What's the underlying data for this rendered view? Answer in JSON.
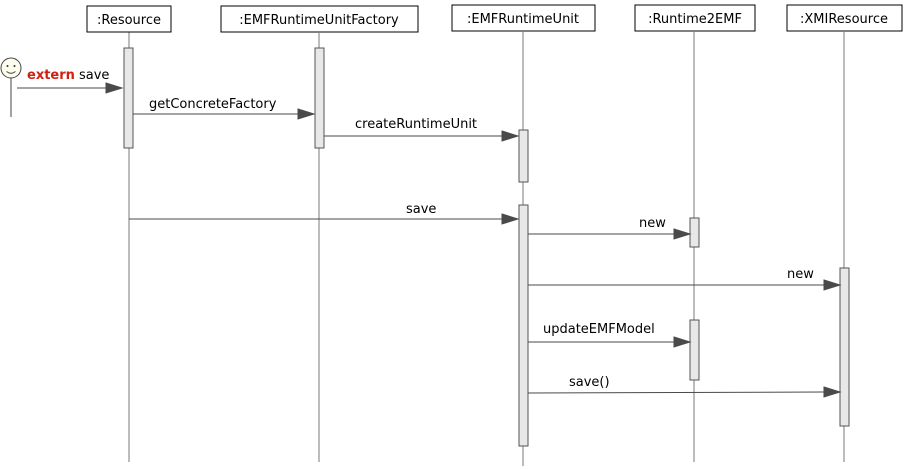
{
  "participants": [
    {
      "id": "resource",
      "label": ":Resource"
    },
    {
      "id": "factory",
      "label": ":EMFRuntimeUnitFactory"
    },
    {
      "id": "unit",
      "label": ":EMFRuntimeUnit"
    },
    {
      "id": "r2e",
      "label": ":Runtime2EMF"
    },
    {
      "id": "xmi",
      "label": ":XMIResource"
    }
  ],
  "actor": {
    "stereotype": "extern",
    "message": "save",
    "stereotype_color": "#d02010"
  },
  "messages": [
    {
      "label": "getConcreteFactory",
      "from": "resource",
      "to": "factory"
    },
    {
      "label": "createRuntimeUnit",
      "from": "factory",
      "to": "unit"
    },
    {
      "label": "save",
      "from": "resource",
      "to": "unit"
    },
    {
      "label": "new",
      "from": "unit",
      "to": "r2e"
    },
    {
      "label": "new",
      "from": "unit",
      "to": "xmi"
    },
    {
      "label": "updateEMFModel",
      "from": "unit",
      "to": "r2e"
    },
    {
      "label": "save()",
      "from": "unit",
      "to": "xmi"
    }
  ]
}
